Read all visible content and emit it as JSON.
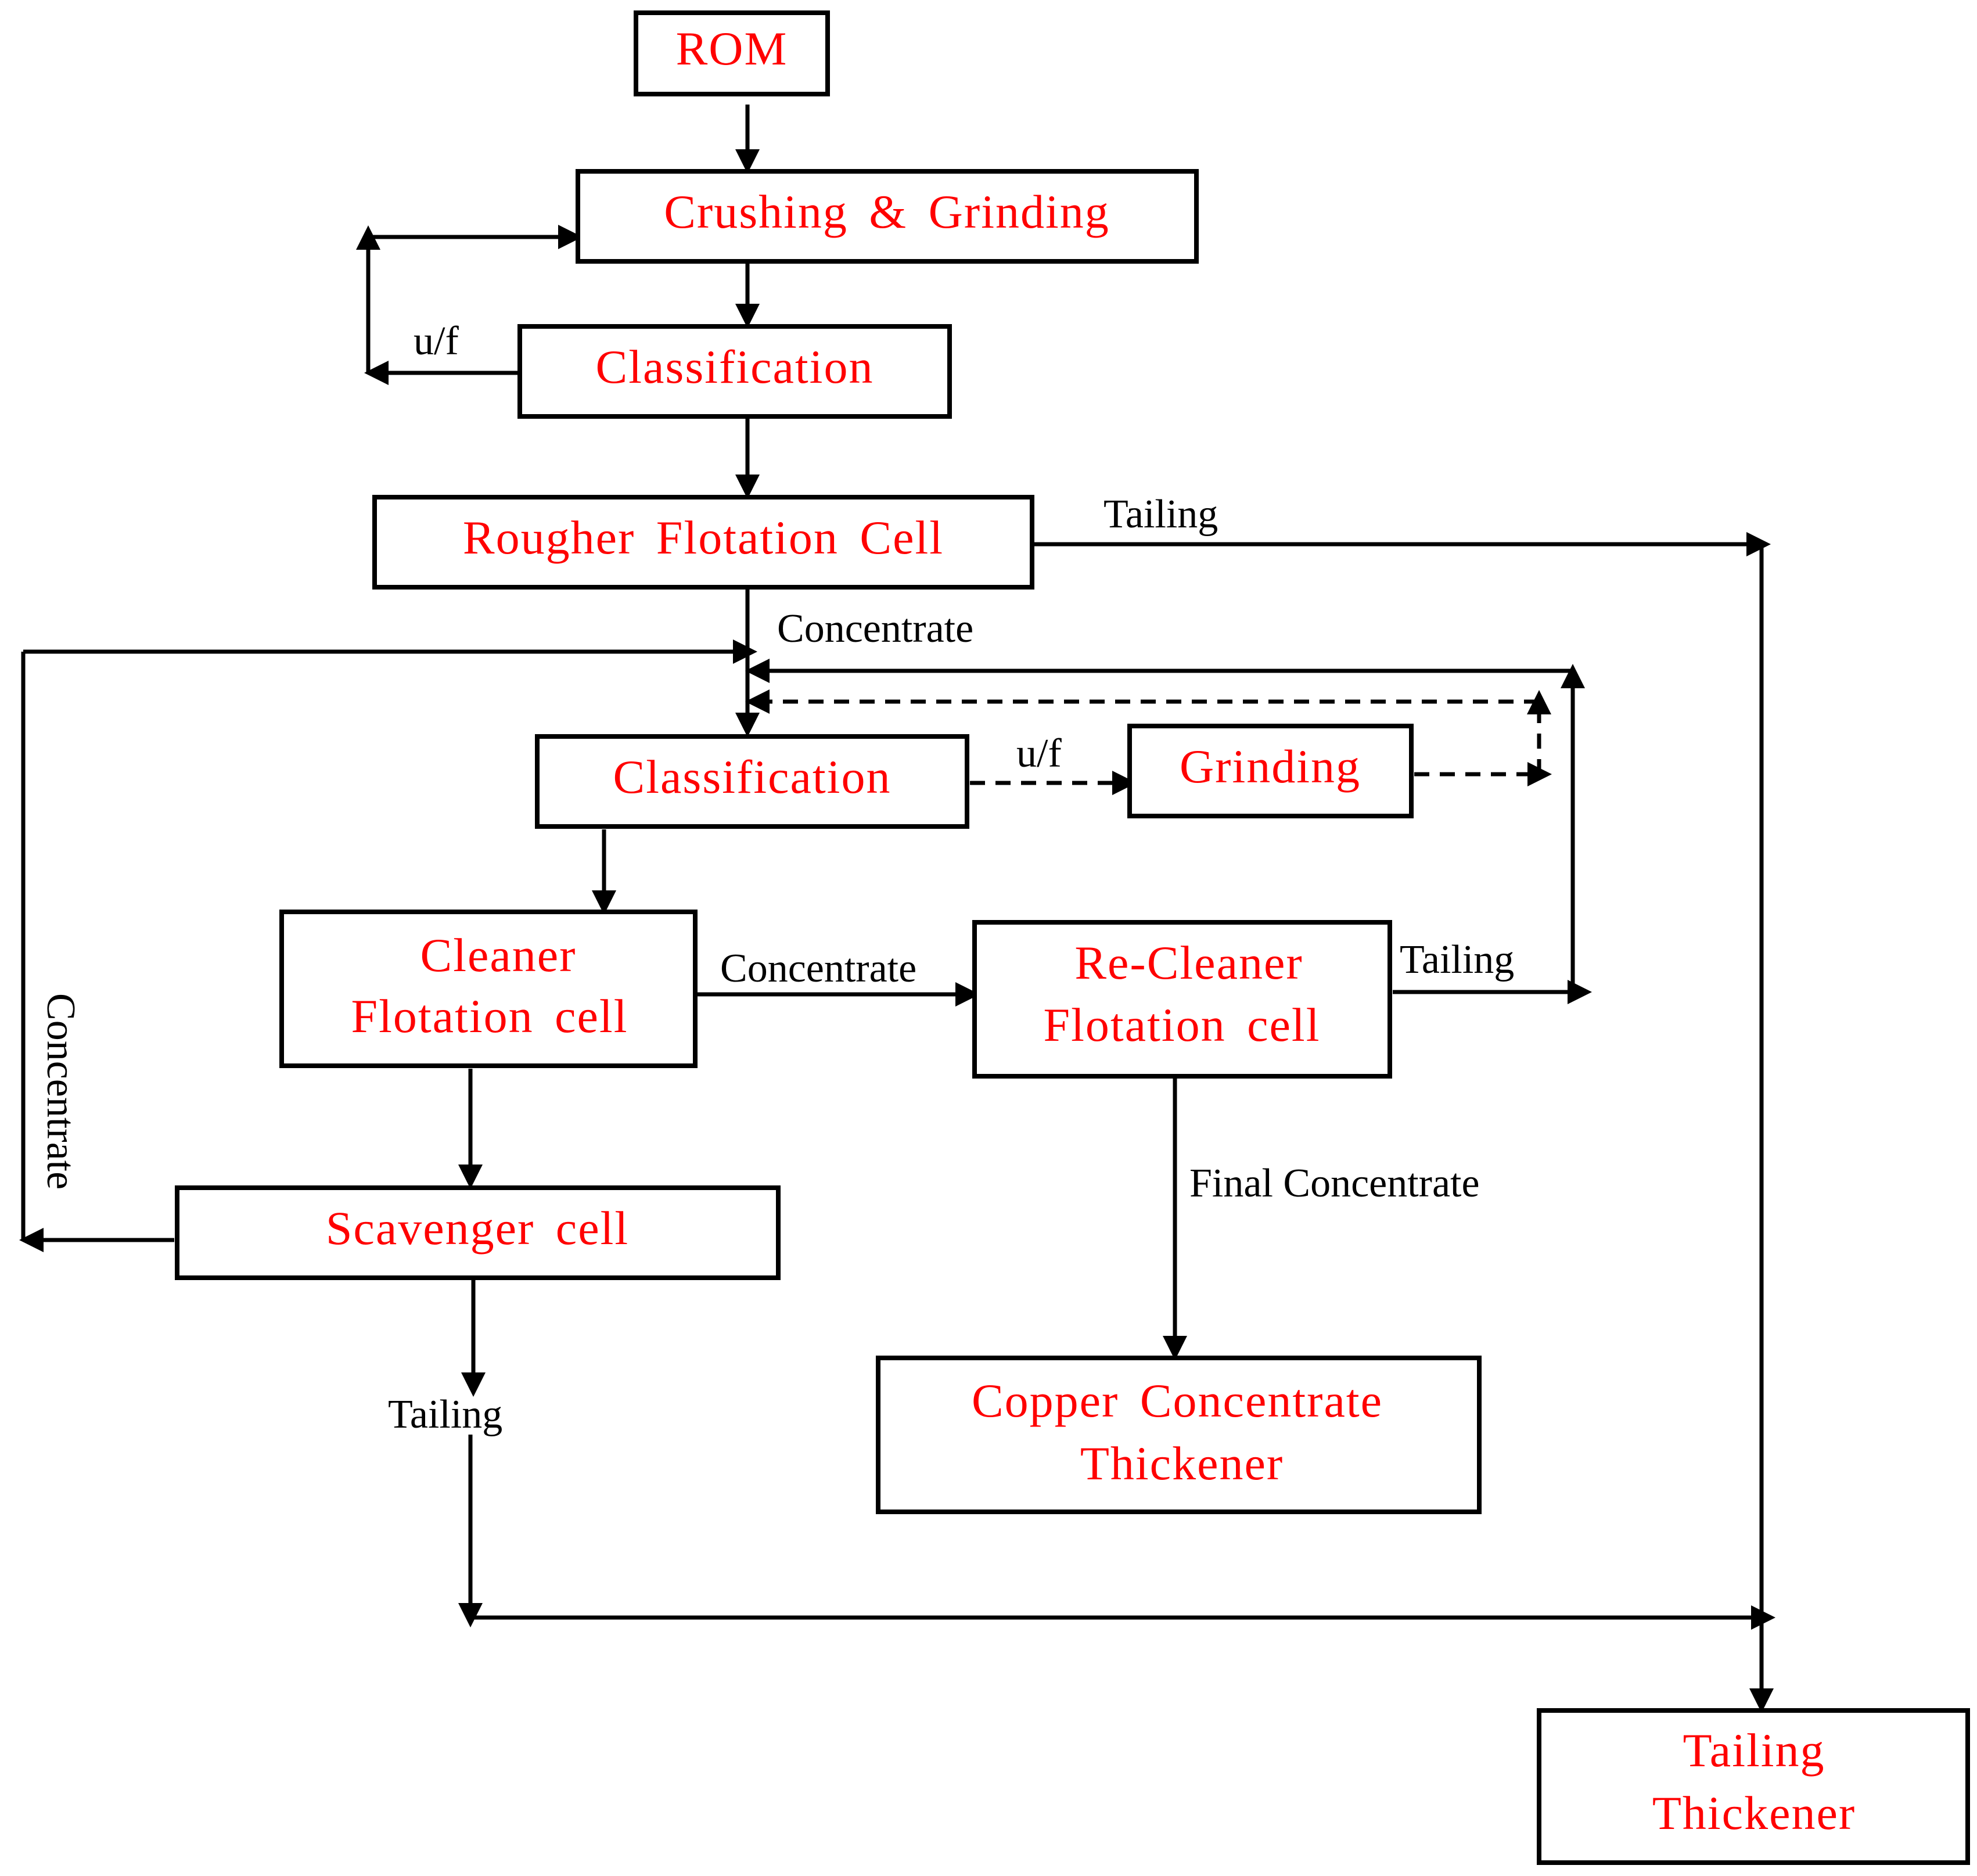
{
  "nodes": {
    "rom": "ROM",
    "crushing_grinding": "Crushing & Grinding",
    "classification_1": "Classification",
    "rougher": "Rougher Flotation Cell",
    "classification_2": "Classification",
    "grinding": "Grinding",
    "cleaner": [
      "Cleaner",
      "Flotation cell"
    ],
    "recleaner": [
      "Re-Cleaner",
      "Flotation cell"
    ],
    "scavenger": "Scavenger cell",
    "copper_thickener": [
      "Copper Concentrate",
      "Thickener"
    ],
    "tailing_thickener": [
      "Tailing",
      "Thickener"
    ]
  },
  "edge_labels": {
    "uf_1": "u/f",
    "rougher_tailing": "Tailing",
    "rougher_concentrate": "Concentrate",
    "uf_2": "u/f",
    "cleaner_concentrate": "Concentrate",
    "recleaner_tailing": "Tailing",
    "scavenger_concentrate": "Concentrate",
    "final_concentrate": "Final Concentrate",
    "scavenger_tailing": "Tailing"
  },
  "colors": {
    "node_text": "#ff0000",
    "edge_text": "#000000",
    "lines": "#000000"
  }
}
